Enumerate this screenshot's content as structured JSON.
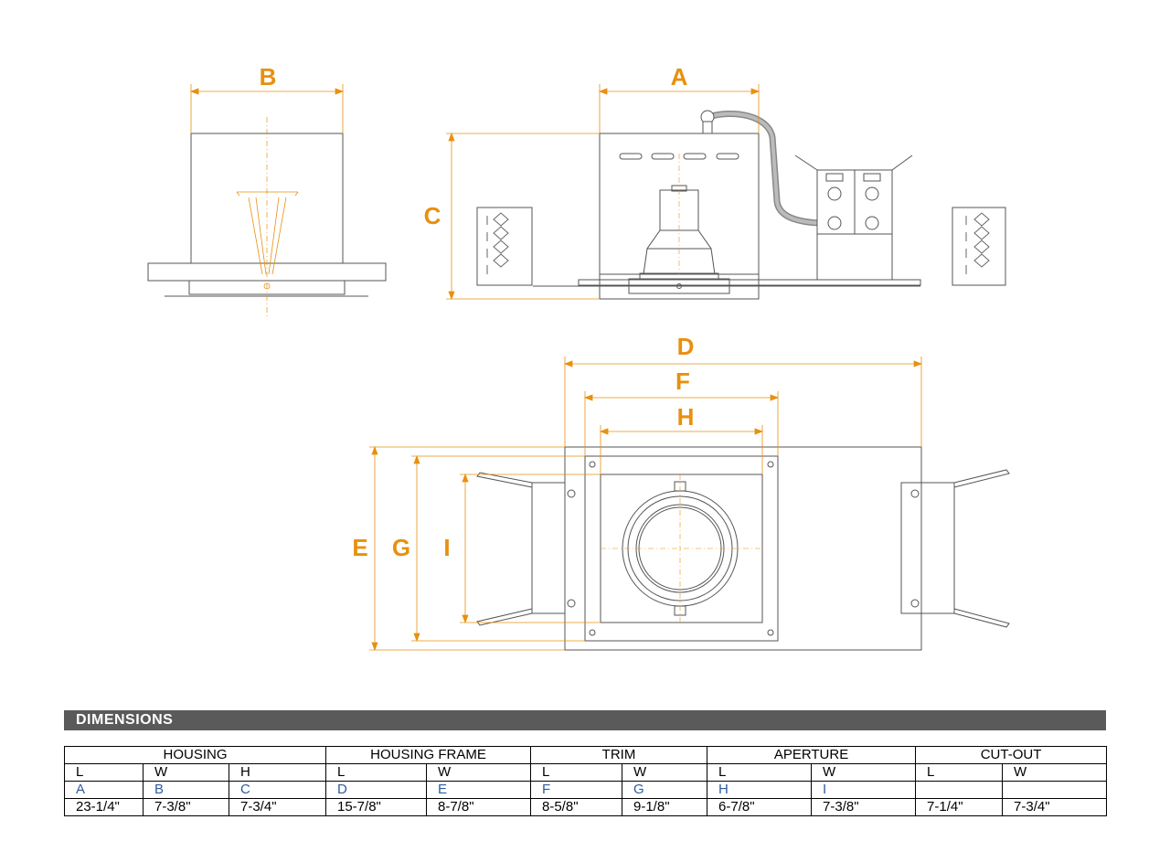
{
  "diagram": {
    "labels": {
      "A": "A",
      "B": "B",
      "C": "C",
      "D": "D",
      "E": "E",
      "F": "F",
      "G": "G",
      "H": "H",
      "I": "I"
    },
    "accent_color": "#e8900f",
    "line_color": "#555555"
  },
  "dimensions": {
    "title": "DIMENSIONS",
    "groups": [
      "HOUSING",
      "HOUSING FRAME",
      "TRIM",
      "APERTURE",
      "CUT-OUT"
    ],
    "axis_row": [
      "L",
      "W",
      "H",
      "L",
      "W",
      "L",
      "W",
      "L",
      "W",
      "L",
      "W"
    ],
    "letter_row": [
      "A",
      "B",
      "C",
      "D",
      "E",
      "F",
      "G",
      "H",
      "I",
      "",
      ""
    ],
    "value_row": [
      "23-1/4\"",
      "7-3/8\"",
      "7-3/4\"",
      "15-7/8\"",
      "8-7/8\"",
      "8-5/8\"",
      "9-1/8\"",
      "6-7/8\"",
      "7-3/8\"",
      "7-1/4\"",
      "7-3/4\""
    ],
    "letter_color": "#2f5c9e",
    "bar_color": "#5a5a5a"
  }
}
